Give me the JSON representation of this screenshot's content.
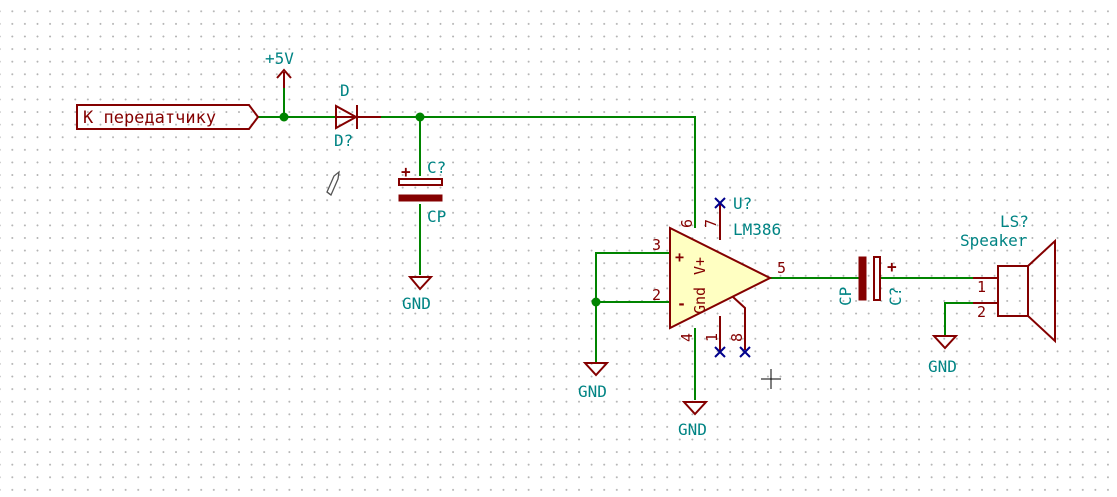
{
  "colors": {
    "wire": "#008400",
    "component": "#840000",
    "component_fill": "#ffffc2",
    "reference_text": "#008484",
    "no_connect": "#00008c",
    "background_grid": "#b4b4b4"
  },
  "net_label": {
    "text": "К передатчику"
  },
  "power_rail": {
    "label": "+5V"
  },
  "grounds": [
    "GND",
    "GND",
    "GND",
    "GND"
  ],
  "diode": {
    "value": "D",
    "ref": "D?"
  },
  "input_cap": {
    "ref": "C?",
    "value": "CP",
    "polarity": "+"
  },
  "amplifier": {
    "ref": "U?",
    "value": "LM386",
    "pin_names": {
      "plus": "+",
      "minus": "-",
      "gnd": "Gnd",
      "vplus": "V+"
    },
    "pins": {
      "p3": "3",
      "p2": "2",
      "p6": "6",
      "p7": "7",
      "p5": "5",
      "p4": "4",
      "p1": "1",
      "p8": "8"
    }
  },
  "output_cap": {
    "value": "CP",
    "ref": "C?",
    "polarity": "+"
  },
  "speaker": {
    "ref": "LS?",
    "value": "Speaker",
    "pins": [
      "1",
      "2"
    ]
  },
  "icons": [
    "pencil-icon",
    "crosshair-cursor-icon"
  ]
}
